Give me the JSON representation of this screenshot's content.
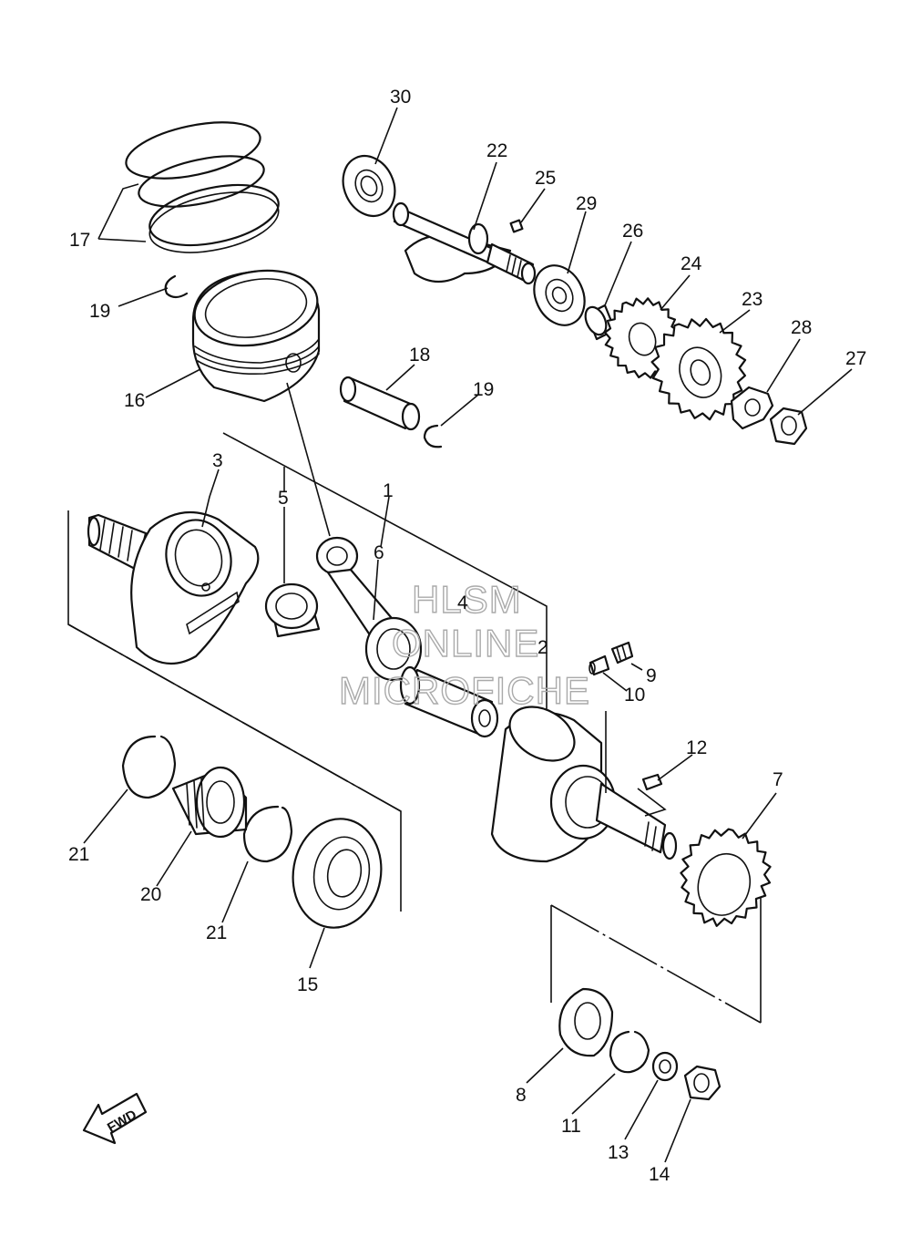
{
  "callouts": [
    {
      "id": "30",
      "text": "30"
    },
    {
      "id": "22",
      "text": "22"
    },
    {
      "id": "25",
      "text": "25"
    },
    {
      "id": "29",
      "text": "29"
    },
    {
      "id": "26",
      "text": "26"
    },
    {
      "id": "24",
      "text": "24"
    },
    {
      "id": "23",
      "text": "23"
    },
    {
      "id": "28",
      "text": "28"
    },
    {
      "id": "27",
      "text": "27"
    },
    {
      "id": "17",
      "text": "17"
    },
    {
      "id": "19a",
      "text": "19"
    },
    {
      "id": "16",
      "text": "16"
    },
    {
      "id": "18",
      "text": "18"
    },
    {
      "id": "19b",
      "text": "19"
    },
    {
      "id": "3",
      "text": "3"
    },
    {
      "id": "1",
      "text": "1"
    },
    {
      "id": "5",
      "text": "5"
    },
    {
      "id": "6",
      "text": "6"
    },
    {
      "id": "4",
      "text": "4"
    },
    {
      "id": "2",
      "text": "2"
    },
    {
      "id": "9",
      "text": "9"
    },
    {
      "id": "10",
      "text": "10"
    },
    {
      "id": "12",
      "text": "12"
    },
    {
      "id": "7",
      "text": "7"
    },
    {
      "id": "21a",
      "text": "21"
    },
    {
      "id": "20",
      "text": "20"
    },
    {
      "id": "21b",
      "text": "21"
    },
    {
      "id": "15",
      "text": "15"
    },
    {
      "id": "8",
      "text": "8"
    },
    {
      "id": "11",
      "text": "11"
    },
    {
      "id": "13",
      "text": "13"
    },
    {
      "id": "14",
      "text": "14"
    }
  ],
  "watermark": {
    "line1": "HLSM",
    "line2": "ONLINE",
    "line3": "MICROFICHE"
  },
  "fwd_label": "FWD"
}
